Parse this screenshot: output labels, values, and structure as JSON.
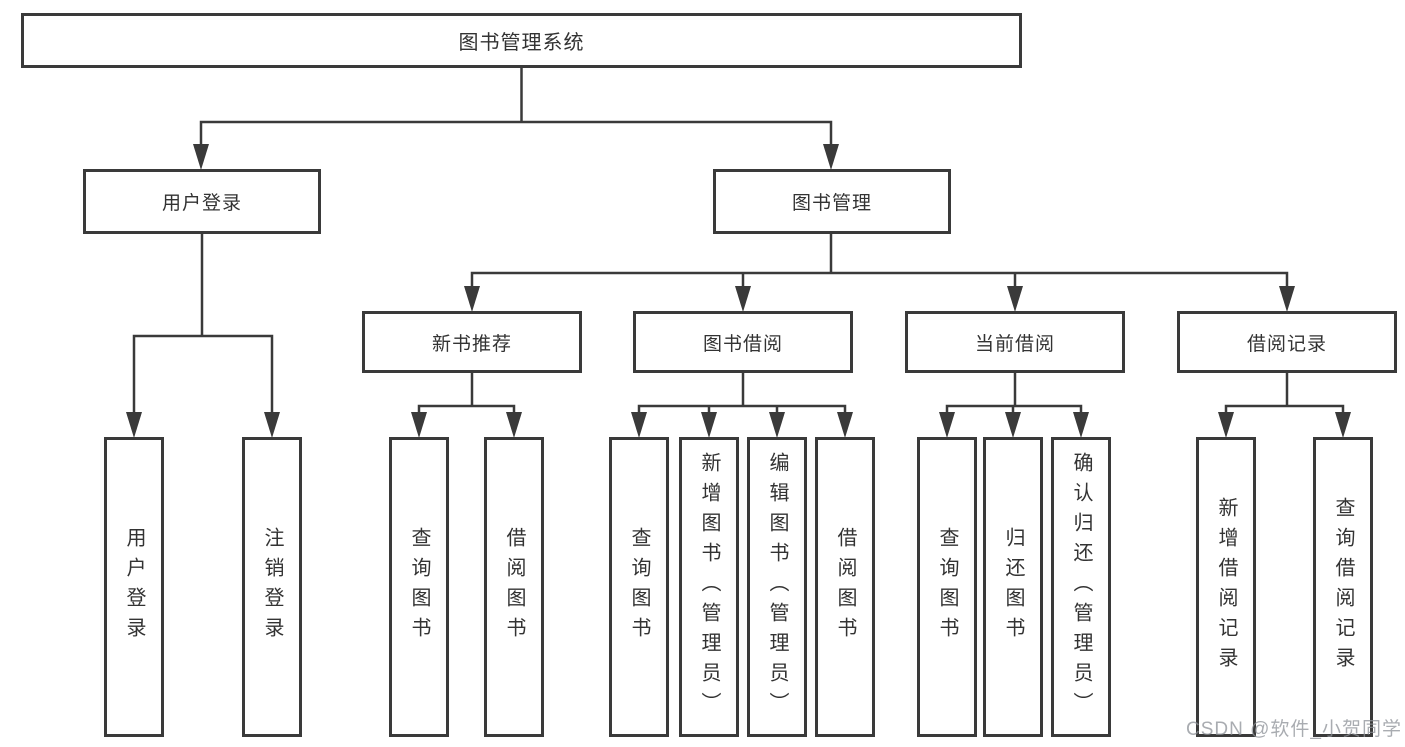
{
  "diagram": {
    "root": "图书管理系统",
    "branches": [
      {
        "label": "用户登录",
        "leaves": [
          "用户登录",
          "注销登录"
        ]
      },
      {
        "label": "图书管理",
        "children": [
          {
            "label": "新书推荐",
            "leaves": [
              "查询图书",
              "借阅图书"
            ]
          },
          {
            "label": "图书借阅",
            "leaves": [
              "查询图书",
              "新增图书（管理员）",
              "编辑图书（管理员）",
              "借阅图书"
            ]
          },
          {
            "label": "当前借阅",
            "leaves": [
              "查询图书",
              "归还图书",
              "确认归还（管理员）"
            ]
          },
          {
            "label": "借阅记录",
            "leaves": [
              "新增借阅记录",
              "查询借阅记录"
            ]
          }
        ]
      }
    ]
  },
  "watermark": "CSDN @软件_小贺同学",
  "colors": {
    "line": "#3a3a3a",
    "box_border": "#3a3a3a",
    "box_fill": "#ffffff",
    "text": "#333333",
    "watermark": "#8d9197",
    "background": "#ffffff"
  }
}
